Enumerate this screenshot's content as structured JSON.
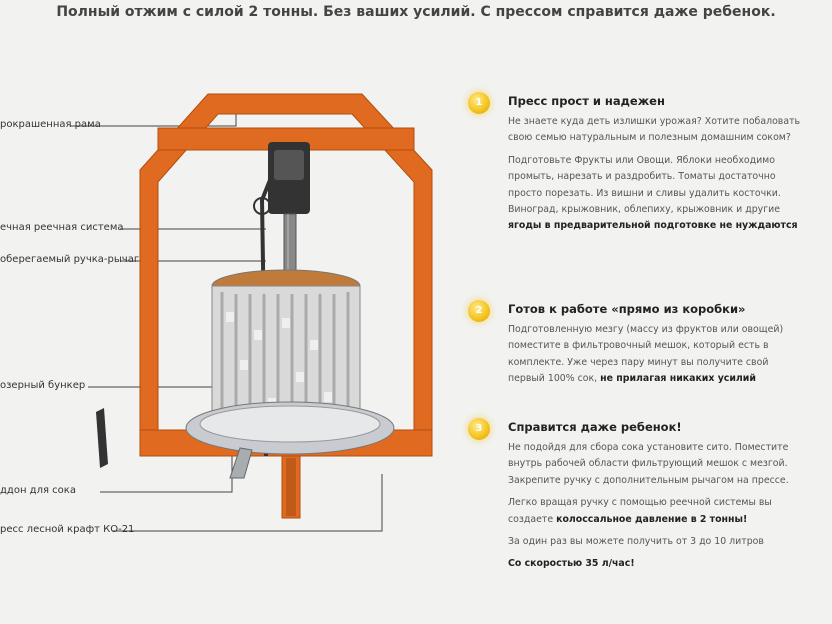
{
  "headline": "Полный отжим с силой 2 тонны. Без ваших усилий. С прессом справится даже ребенок.",
  "callouts": [
    {
      "id": "frame",
      "label": "рокрашенная рама"
    },
    {
      "id": "gear",
      "label": "ечная реечная система"
    },
    {
      "id": "handle",
      "label": "оберегаемый ручка-рычаг"
    },
    {
      "id": "basket",
      "label": "озерный бункер"
    },
    {
      "id": "tray",
      "label": "ддон для сока"
    },
    {
      "id": "model",
      "label": "ресс лесной крафт КО-21"
    }
  ],
  "sections": [
    {
      "badge": "1",
      "title": "Пресс прост и надежен",
      "paragraphs": [
        {
          "text": "Не знаете куда деть излишки урожая? Хотите побаловать свою семью натуральным и полезным домашним соком?",
          "strong": ""
        },
        {
          "text": "Подготовьте Фрукты или Овощи. Яблоки необходимо промыть, нарезать и раздробить. Томаты достаточно просто порезать. Из вишни и сливы удалить косточки. Виноград, крыжовник, облепиху, крыжовник и другие ",
          "strong": "ягоды в предварительной подготовке не нуждаются"
        }
      ]
    },
    {
      "badge": "2",
      "title": "Готов к работе «прямо из коробки»",
      "paragraphs": [
        {
          "text": "Подготовленную мезгу (массу из фруктов или овощей) поместите в фильтровочный мешок, который есть в комплекте. Уже через пару минут вы получите свой первый 100% сок, ",
          "strong": "не прилагая никаких усилий"
        }
      ]
    },
    {
      "badge": "3",
      "title": "Справится даже ребенок!",
      "paragraphs": [
        {
          "text": "Не подойдя для сбора сока установите сито. Поместите внутрь рабочей области фильтрующий мешок с мезгой. Закрепите ручку с дополнительным рычагом на прессе.",
          "strong": ""
        },
        {
          "text": "Легко вращая ручку с помощью реечной системы вы создаете ",
          "strong": "колоссальное давление в 2 тонны!"
        },
        {
          "text": "За один раз вы можете получить от 3 до 10 литров",
          "strong": ""
        },
        {
          "text": "",
          "strong": "Со скоростью 35 л/час!"
        }
      ]
    }
  ],
  "colors": {
    "frame": "#e06a1f",
    "accent": "#f3c21b",
    "steel": "#9aa0a6"
  }
}
